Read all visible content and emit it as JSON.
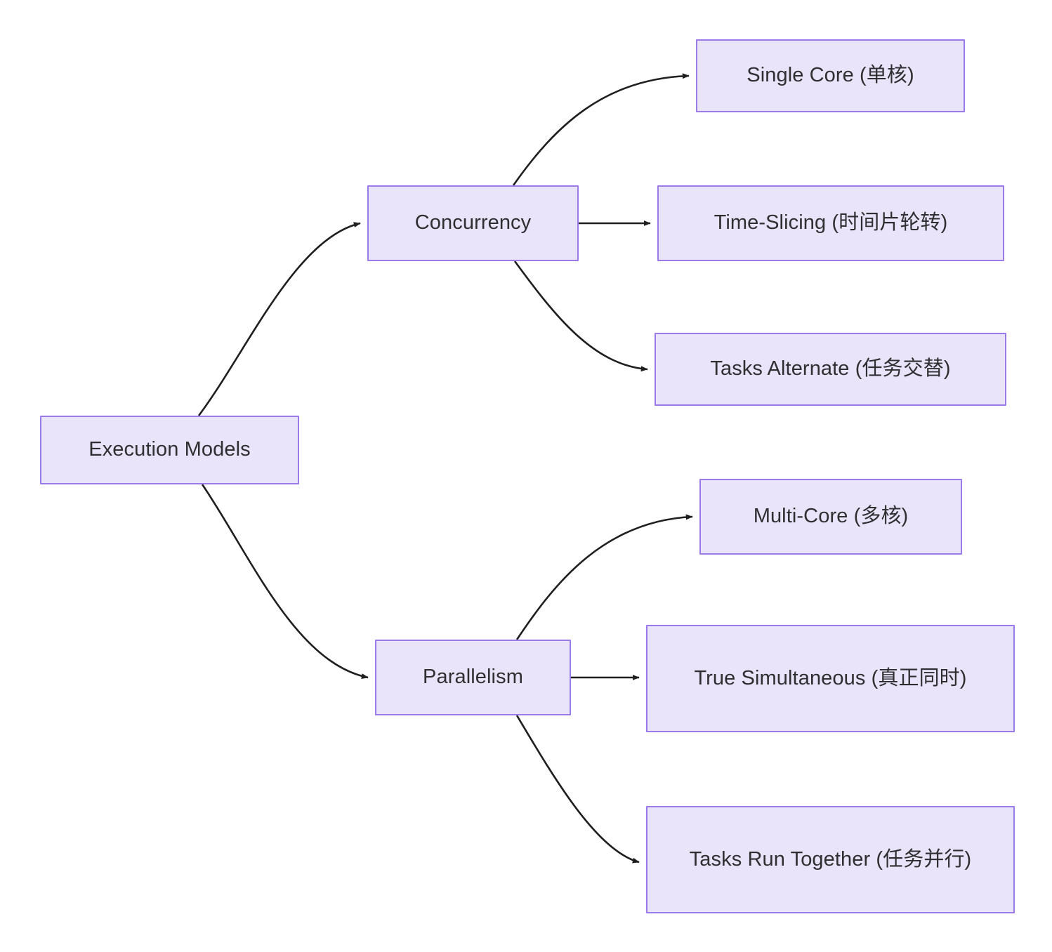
{
  "diagram": {
    "title": "Execution Models",
    "type": "flowchart",
    "direction": "left-to-right",
    "colors": {
      "node_fill": "#e9e4fa",
      "node_border": "#9a7ae8",
      "node_text": "#2f2f32",
      "edge_stroke": "#1f1f1f",
      "background": "#ffffff"
    },
    "nodes": [
      {
        "id": "root",
        "label": "Execution Models"
      },
      {
        "id": "concurrency",
        "label": "Concurrency"
      },
      {
        "id": "parallelism",
        "label": "Parallelism"
      },
      {
        "id": "single_core",
        "label": "Single Core (单核)"
      },
      {
        "id": "time_slicing",
        "label": "Time-Slicing (时间片轮转)"
      },
      {
        "id": "tasks_alt",
        "label": "Tasks Alternate (任务交替)"
      },
      {
        "id": "multi_core",
        "label": "Multi-Core (多核)"
      },
      {
        "id": "true_sim",
        "label": "True Simultaneous (真正同时)"
      },
      {
        "id": "run_together",
        "label": "Tasks Run Together (任务并行)"
      }
    ],
    "edges": [
      {
        "from": "root",
        "to": "concurrency",
        "style": "curved",
        "arrow": "triangle"
      },
      {
        "from": "root",
        "to": "parallelism",
        "style": "curved",
        "arrow": "triangle"
      },
      {
        "from": "concurrency",
        "to": "single_core",
        "style": "curved",
        "arrow": "triangle"
      },
      {
        "from": "concurrency",
        "to": "time_slicing",
        "style": "straight",
        "arrow": "triangle"
      },
      {
        "from": "concurrency",
        "to": "tasks_alt",
        "style": "curved",
        "arrow": "triangle"
      },
      {
        "from": "parallelism",
        "to": "multi_core",
        "style": "curved",
        "arrow": "triangle"
      },
      {
        "from": "parallelism",
        "to": "true_sim",
        "style": "straight",
        "arrow": "triangle"
      },
      {
        "from": "parallelism",
        "to": "run_together",
        "style": "curved",
        "arrow": "triangle"
      }
    ]
  }
}
